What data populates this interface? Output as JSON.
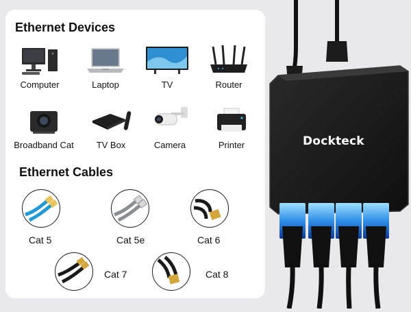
{
  "devices": {
    "heading": "Ethernet Devices",
    "items": [
      {
        "label": "Computer",
        "icon": "computer-icon"
      },
      {
        "label": "Laptop",
        "icon": "laptop-icon"
      },
      {
        "label": "TV",
        "icon": "tv-icon"
      },
      {
        "label": "Router",
        "icon": "router-icon"
      },
      {
        "label": "Broadband Cat",
        "icon": "projector-icon"
      },
      {
        "label": "TV Box",
        "icon": "tv-box-icon"
      },
      {
        "label": "Camera",
        "icon": "camera-icon"
      },
      {
        "label": "Printer",
        "icon": "printer-icon"
      }
    ]
  },
  "cables": {
    "heading": "Ethernet Cables",
    "items": [
      {
        "label": "Cat 5",
        "color": "#1f9bd8"
      },
      {
        "label": "Cat 5e",
        "color": "#8a8f94"
      },
      {
        "label": "Cat 6",
        "color": "#1a1a1a"
      },
      {
        "label": "Cat 7",
        "color": "#1a1a1a"
      },
      {
        "label": "Cat 8",
        "color": "#1a1a1a"
      }
    ]
  },
  "product": {
    "brand": "Dockteck",
    "accent_color": "#3aa8ff"
  }
}
